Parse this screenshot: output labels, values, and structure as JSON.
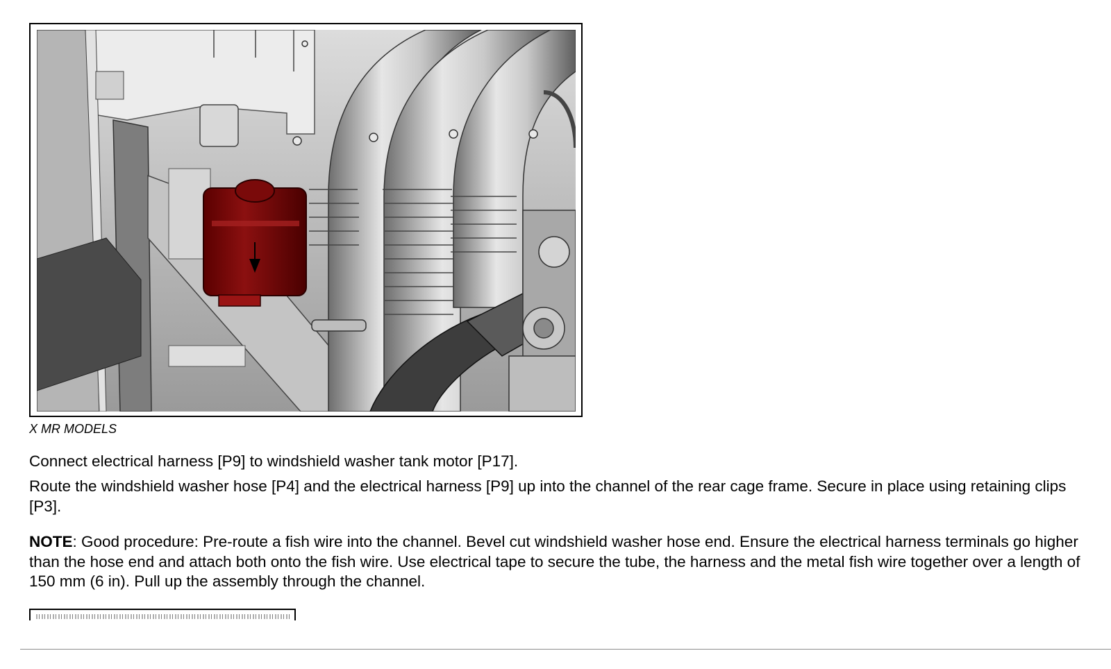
{
  "figure": {
    "caption": "X MR MODELS",
    "highlight_color": "#7a0a0a"
  },
  "steps": [
    {
      "text": "Connect electrical harness [P9] to windshield washer tank motor [P17]."
    },
    {
      "text": "Route the windshield washer hose [P4] and the electrical harness [P9] up into the channel of the rear cage frame. Secure in place using retaining clips [P3]."
    }
  ],
  "note": {
    "label": "NOTE",
    "text": ": Good procedure: Pre-route a fish wire into the channel. Bevel cut windshield washer hose end. Ensure the electrical harness terminals go higher than the hose end and attach both onto the fish wire. Use electrical tape to secure the tube, the harness and the metal fish wire together over a length of 150  mm (6 in). Pull up the assembly through the channel."
  }
}
